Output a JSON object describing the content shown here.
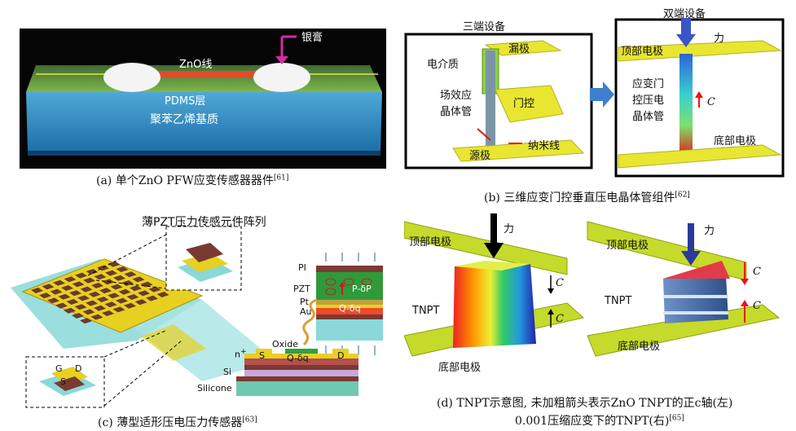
{
  "panel_a": {
    "silver_paste": "银膏",
    "zno_wire": "ZnO线",
    "pdms_layer": "PDMS层",
    "polystyrene": "聚苯乙烯基质",
    "caption": "(a) 单个ZnO PFW应变传感器器件",
    "ref": "[61]"
  },
  "panel_b": {
    "three_terminal": "三端设备",
    "two_terminal": "双端设备",
    "drain": "漏极",
    "dielectric": "电介质",
    "fet_1": "场效应",
    "fet_2": "晶体管",
    "gate": "门控",
    "source": "源极",
    "nanowire": "纳米线",
    "top_electrode": "顶部电极",
    "force": "力",
    "strain_gate_1": "应变门",
    "strain_gate_2": "控压电",
    "strain_gate_3": "晶体管",
    "c_axis": "C",
    "bottom_electrode": "底部电极",
    "caption": "(b) 三维应变门控垂直压电晶体管组件",
    "ref": "[62]"
  },
  "panel_c": {
    "title": "薄PZT压力传感元件阵列",
    "pi": "PI",
    "pzt": "PZT",
    "pt": "Pt",
    "au": "Au",
    "p_dp": "P-δP",
    "q_dq_1": "Q-δq",
    "oxide": "Oxide",
    "n_plus": "n",
    "s": "S",
    "d": "D",
    "q_dq_2": "Q-δq",
    "si": "Si",
    "silicone": "Silicone",
    "g": "G",
    "caption": "(c) 薄型适形压电压力传感器",
    "ref": "[63]"
  },
  "panel_d": {
    "top_electrode_l": "顶部电极",
    "force_l": "力",
    "tnpt_l": "TNPT",
    "c_l1": "C",
    "c_l2": "C",
    "bottom_electrode_l": "底部电极",
    "top_electrode_r": "顶部电极",
    "force_r": "力",
    "tnpt_r": "TNPT",
    "c_r1": "C",
    "c_r2": "C",
    "bottom_electrode_r": "底部电极",
    "caption_1": "(d) TNPT示意图, 未加粗箭头表示ZnO TNPT的正c轴(左)",
    "caption_2": "0.001压缩应变下的TNPT(右)",
    "ref": "[65]"
  }
}
